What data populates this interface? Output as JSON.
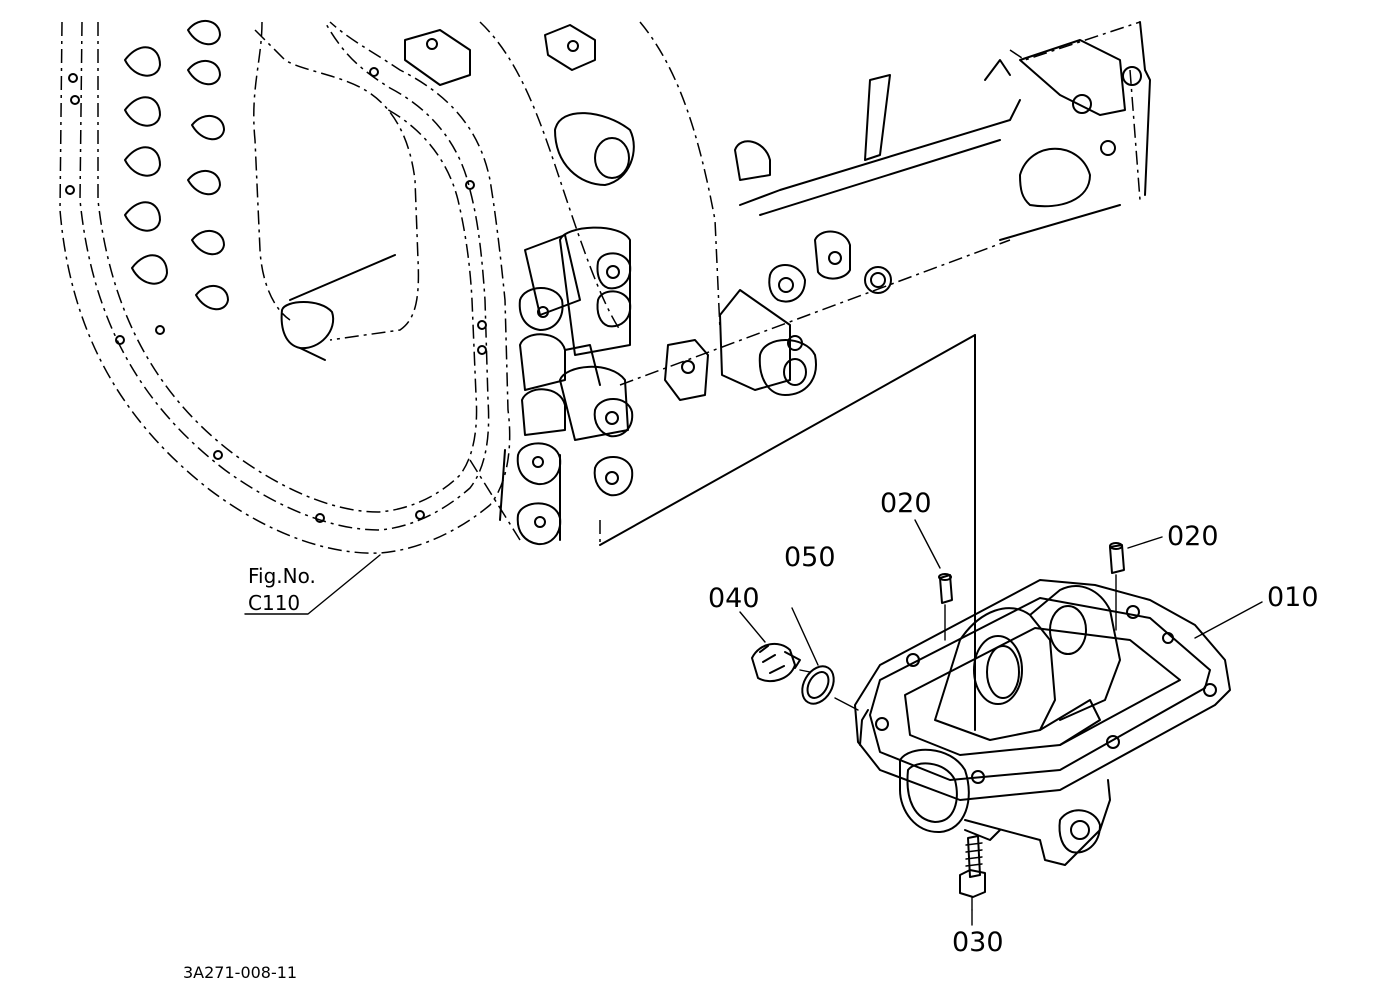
{
  "callouts": {
    "part_010": "010",
    "part_020_left": "020",
    "part_020_right": "020",
    "part_030": "030",
    "part_040": "040",
    "part_050": "050"
  },
  "figure_reference": {
    "line1": "Fig.No.",
    "line2": "C110"
  },
  "drawing_code": "3A271-008-11"
}
